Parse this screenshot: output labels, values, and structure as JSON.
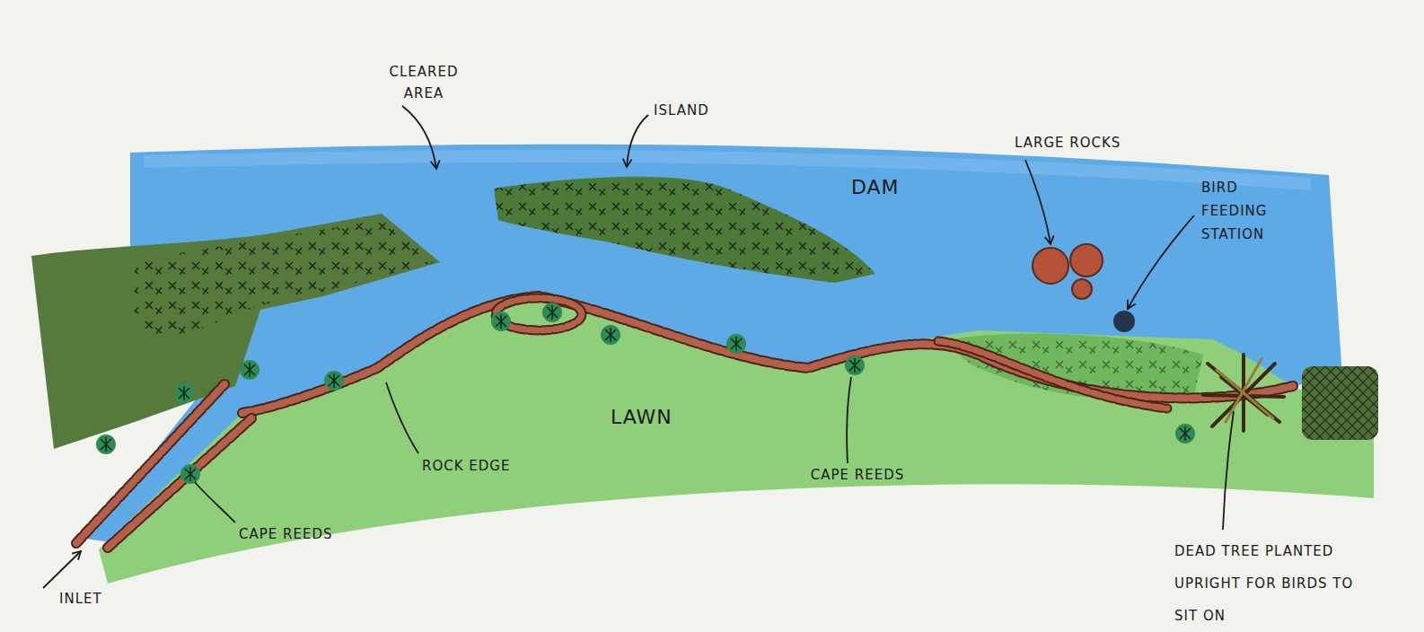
{
  "diagram": {
    "nodes": [
      {
        "text": [
          "DAM"
        ]
      },
      {
        "text": [
          "LAWN"
        ]
      }
    ],
    "labels": [
      "CLEARED AREA",
      "ISLAND",
      "LARGE ROCKS",
      "BIRD FEEDING STATION",
      "ROCK EDGE",
      "CAPE REEDS",
      "CAPE REEDS",
      "INLET",
      "DEAD TREE PLANTED UPRIGHT FOR BIRDS TO SIT ON"
    ]
  }
}
